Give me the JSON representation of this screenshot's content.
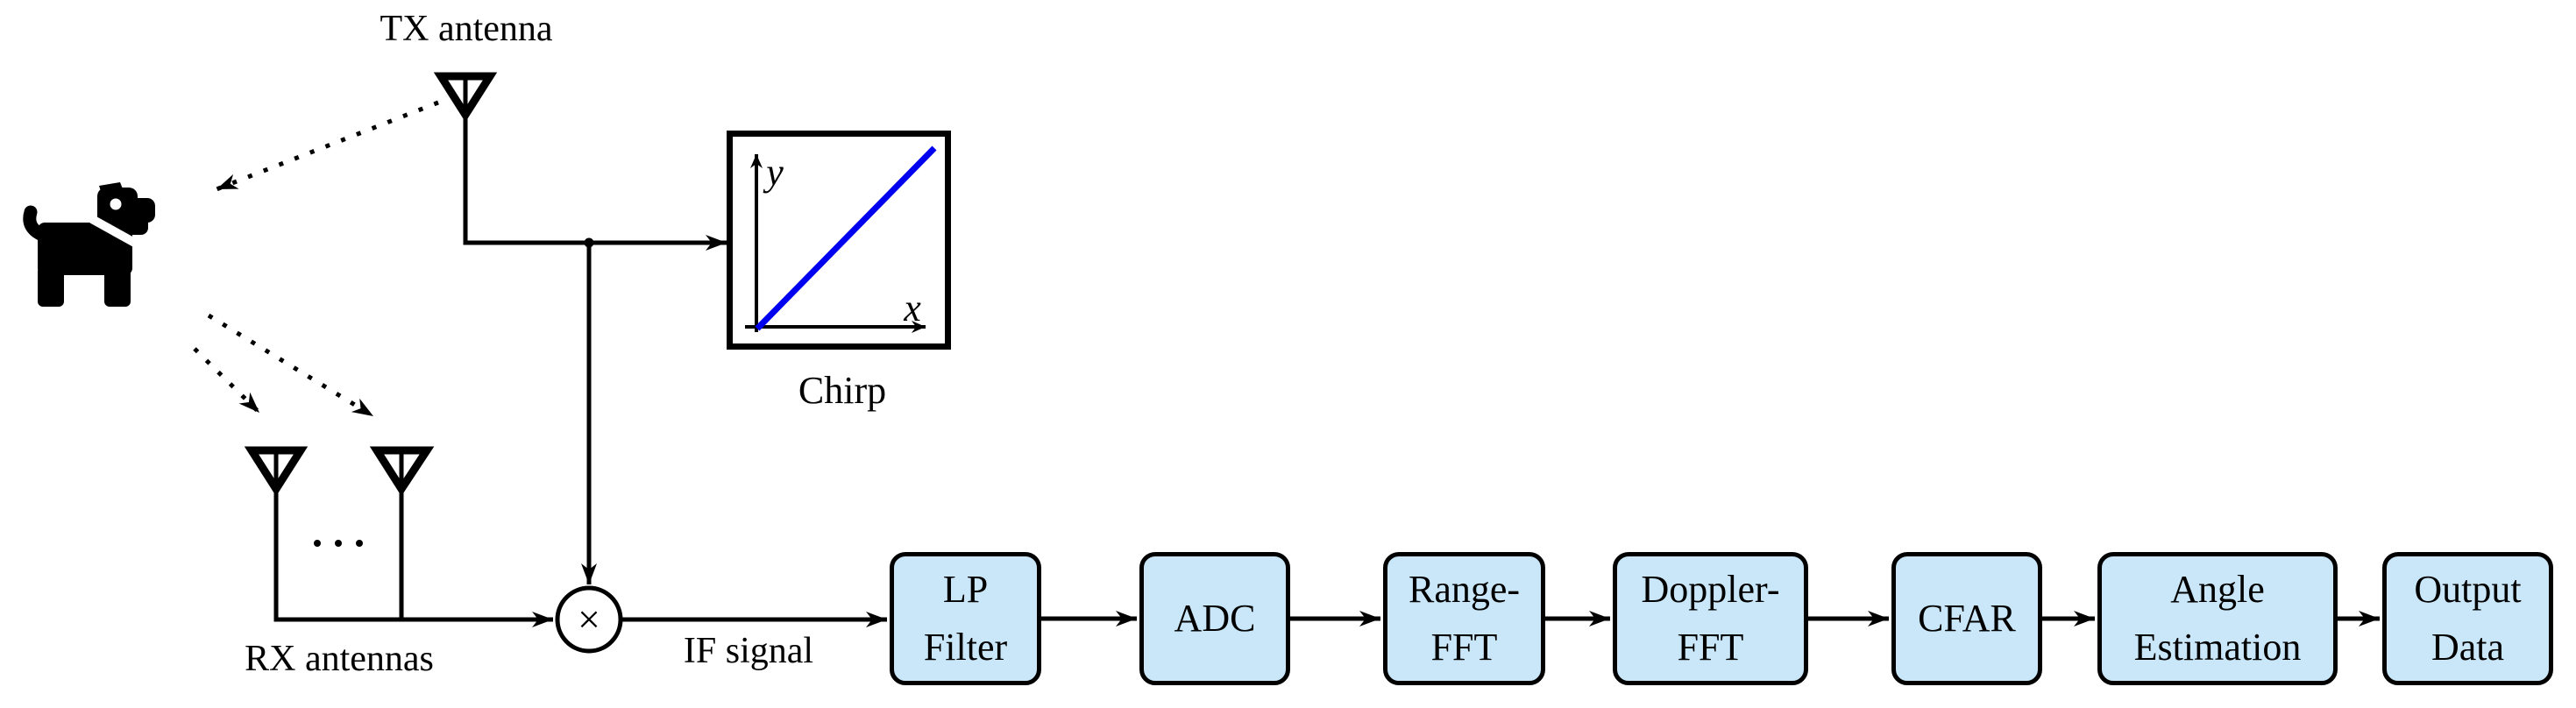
{
  "diagram": {
    "title_hint": "FMCW radar signal processing chain",
    "tx": {
      "label": "TX antenna"
    },
    "rx": {
      "label": "RX antennas",
      "more_antennas_ellipsis": "⋯"
    },
    "target": {
      "icon": "dog"
    },
    "chirp": {
      "caption": "Chirp",
      "x_axis_label": "x",
      "y_axis_label": "y"
    },
    "mixer": {
      "symbol": "×"
    },
    "if_signal": {
      "label": "IF signal"
    },
    "chain": [
      {
        "label": "LP\nFilter"
      },
      {
        "label": "ADC"
      },
      {
        "label": "Range-\nFFT"
      },
      {
        "label": "Doppler-\nFFT"
      },
      {
        "label": "CFAR"
      },
      {
        "label": "Angle\nEstimation"
      },
      {
        "label": "Output\nData"
      }
    ],
    "colors": {
      "block_fill": "#c9e7f8",
      "outline": "#000000",
      "chirp_line": "#0000f0"
    }
  }
}
